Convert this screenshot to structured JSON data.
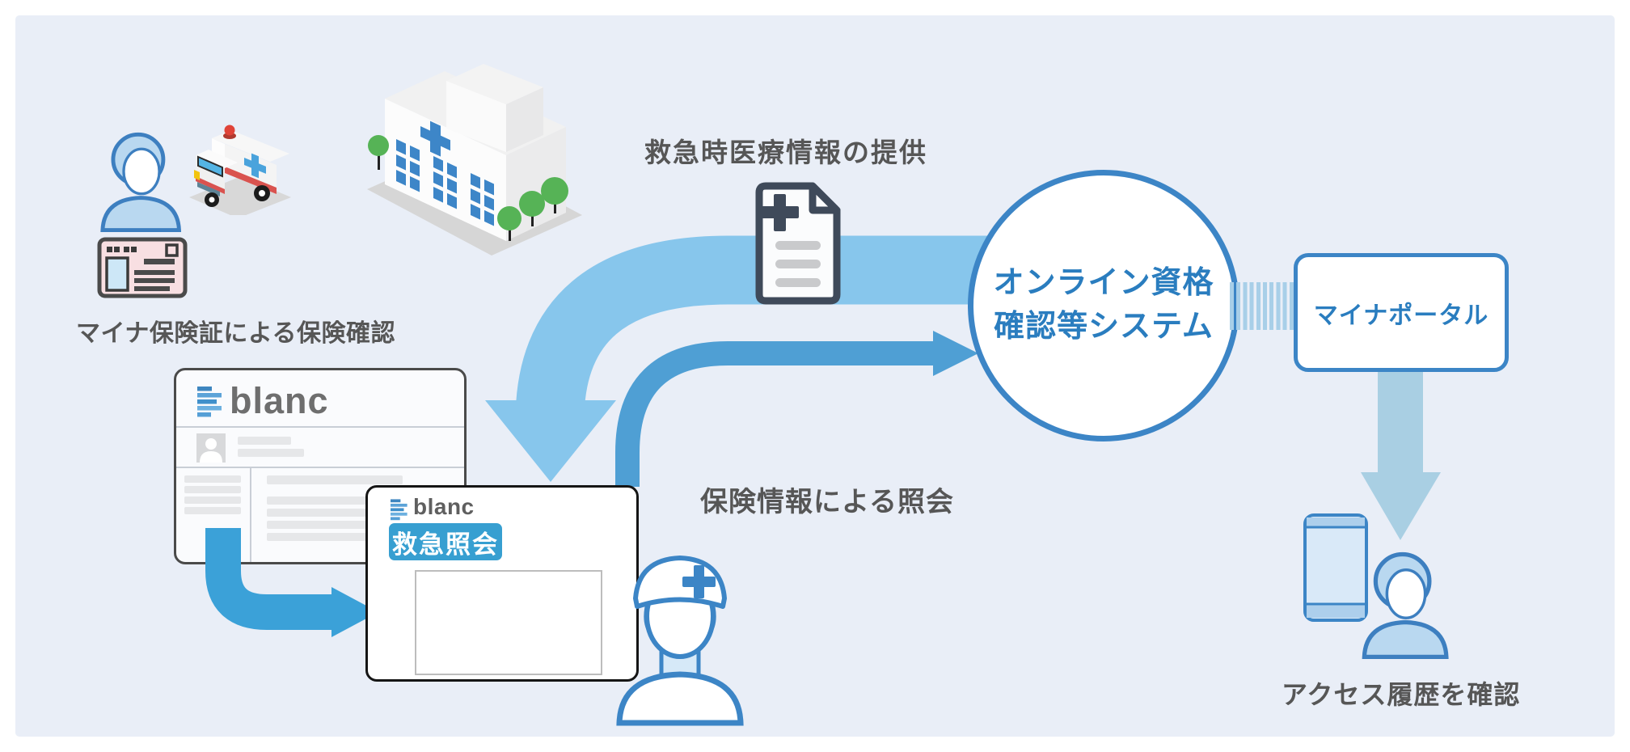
{
  "scene": {
    "labels": {
      "insurance_check": "マイナ保険証による保険確認",
      "emergency_info": "救急時医療情報の提供",
      "insurance_query": "保険情報による照会",
      "access_history": "アクセス履歴を確認"
    },
    "system_circle": {
      "line1": "オンライン資格",
      "line2": "確認等システム"
    },
    "portal": {
      "label": "マイナポータル"
    },
    "app": {
      "brand": "blanc",
      "badge": "救急照会"
    },
    "colors": {
      "panel_bg": "#e9eef7",
      "accent_blue": "#3c85c6",
      "icon_fill_blue": "#b9d8f0",
      "arrow_light": "#87c6ec",
      "arrow_medium": "#4f9fd4",
      "arrow_small": "#3ba1d8",
      "arrow_pale": "#a9cfe3",
      "dotted_link": "#a8cfe8",
      "badge_blue": "#379fd1",
      "system_text_blue": "#2a7dbf",
      "label_text": "#565656",
      "document_ink": "#3f4a5a",
      "card_pink": "#f8dfe2",
      "tree_green": "#56b356"
    }
  }
}
